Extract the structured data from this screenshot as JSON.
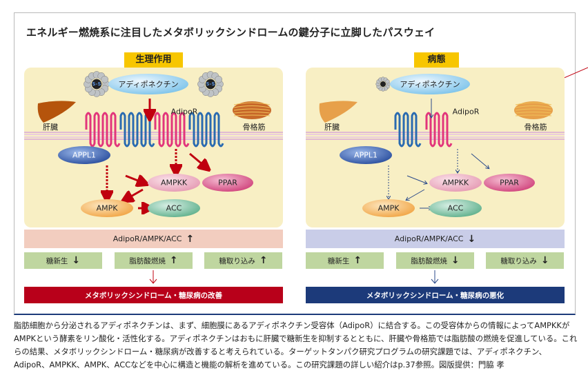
{
  "title": "エネルギー燃焼系に注目したメタボリックシンドロームの鍵分子に立脚したパスウェイ",
  "colors": {
    "tag": "#f7c600",
    "left_bar": "#f2cdbf",
    "right_bar": "#c9cde8",
    "effect": "#bfd6a0",
    "left_result": "#b8001a",
    "right_result": "#1c3a7a",
    "red_arrow": "#c0000f",
    "blue_arrow": "#2a4a8a"
  },
  "left": {
    "tag": "生理作用",
    "adiponectin": "アディポネクチン",
    "oligomer_label": "S-S",
    "receptor": "AdipoR",
    "liver": "肝臓",
    "muscle": "骨格筋",
    "appl1": "APPL1",
    "ampkk": "AMPKK",
    "ppar": "PPAR",
    "ampk": "AMPK",
    "acc": "ACC",
    "summary": "AdipoR/AMPK/ACC",
    "summary_arrow": "↑",
    "effects": [
      {
        "label": "糖新生",
        "arrow": "↓"
      },
      {
        "label": "脂肪酸燃焼",
        "arrow": "↑"
      },
      {
        "label": "糖取り込み",
        "arrow": "↑"
      }
    ],
    "result": "メタボリックシンドローム・糖尿病の改善"
  },
  "right": {
    "tag": "病態",
    "adiponectin": "アディポネクチン",
    "receptor": "AdipoR",
    "liver": "肝臓",
    "muscle": "骨格筋",
    "appl1": "APPL1",
    "ampkk": "AMPKK",
    "ppar": "PPAR",
    "ampk": "AMPK",
    "acc": "ACC",
    "summary": "AdipoR/AMPK/ACC",
    "summary_arrow": "↓",
    "effects": [
      {
        "label": "糖新生",
        "arrow": "↑"
      },
      {
        "label": "脂肪酸燃焼",
        "arrow": "↓"
      },
      {
        "label": "糖取り込み",
        "arrow": "↓"
      }
    ],
    "result": "メタボリックシンドローム・糖尿病の悪化"
  },
  "caption": "脂肪細胞から分泌されるアディポネクチンは、まず、細胞膜にあるアディポネクチン受容体（AdipoR）に結合する。この受容体からの情報によってAMPKKがAMPKという酵素をリン酸化・活性化する。アディポネクチンはおもに肝臓で糖新生を抑制するとともに、肝臓や骨格筋では脂肪酸の燃焼を促進している。これらの結果、メタボリックシンドローム・糖尿病が改善すると考えられている。ターゲットタンパク研究プログラムの研究課題では、アディポネクチン、AdipoR、AMPKK、AMPK、ACCなどを中心に構造と機能の解析を進めている。この研究課題の詳しい紹介はp.37参照。図版提供：門脇 孝"
}
